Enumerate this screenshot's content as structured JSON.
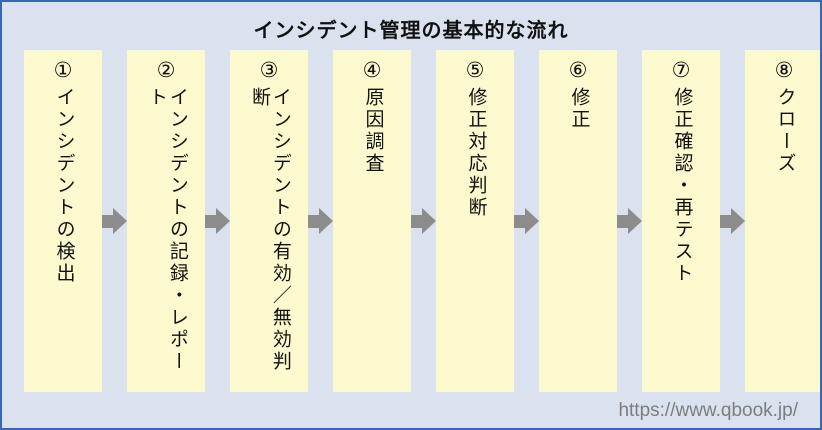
{
  "title": "インシデント管理の基本的な流れ",
  "url": "https://www.qbook.jp/",
  "colors": {
    "background": "#dbe2ef",
    "border": "#3a66ad",
    "step_box": "#fcf9cf",
    "arrow": "#8c8c8c",
    "url_text": "#7d7d7d"
  },
  "steps": [
    {
      "number": "①",
      "label": "インシデントの検出"
    },
    {
      "number": "②",
      "label": "インシデントの記録・レポート"
    },
    {
      "number": "③",
      "label": "インシデントの有効／無効判断"
    },
    {
      "number": "④",
      "label": "原因調査"
    },
    {
      "number": "⑤",
      "label": "修正対応判断"
    },
    {
      "number": "⑥",
      "label": "修正"
    },
    {
      "number": "⑦",
      "label": "修正確認・再テスト"
    },
    {
      "number": "⑧",
      "label": "クローズ"
    }
  ]
}
